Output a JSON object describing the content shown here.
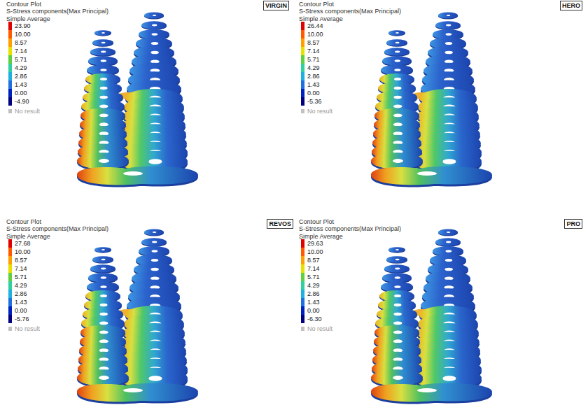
{
  "diagram": {
    "nodes": [
      {
        "text": [
          "VIRGIN"
        ]
      },
      {
        "text": [
          "HERO"
        ]
      },
      {
        "text": [
          "REVOS"
        ]
      },
      {
        "text": [
          "PRO"
        ]
      }
    ],
    "labels": [
      "Contour Plot",
      "S-Stress components(Max Principal)",
      "Simple Average",
      "Contour Plot",
      "S-Stress components(Max Principal)",
      "Simple Average",
      "Contour Plot",
      "S-Stress components(Max Principal)",
      "Simple Average",
      "Contour Plot",
      "S-Stress components(Max Principal)",
      "Simple Average"
    ],
    "legend": [
      {
        "text": "23.90",
        "color": "#e00000"
      },
      {
        "text": "10.00",
        "color": "#ff5a00"
      },
      {
        "text": "8.57",
        "color": "#ffa000"
      },
      {
        "text": "7.14",
        "color": "#e8e000"
      },
      {
        "text": "5.71",
        "color": "#60d040"
      },
      {
        "text": "4.29",
        "color": "#30d0a0"
      },
      {
        "text": "2.86",
        "color": "#20b0e0"
      },
      {
        "text": "1.43",
        "color": "#2070e0"
      },
      {
        "text": "0.00",
        "color": "#0020c0"
      },
      {
        "text": "-4.90",
        "color": "#000080"
      },
      {
        "text": "No result",
        "color": "#c0c0c0"
      },
      {
        "text": "26.44",
        "color": "#e00000"
      },
      {
        "text": "10.00",
        "color": "#ff5a00"
      },
      {
        "text": "8.57",
        "color": "#ffa000"
      },
      {
        "text": "7.14",
        "color": "#e8e000"
      },
      {
        "text": "5.71",
        "color": "#60d040"
      },
      {
        "text": "4.29",
        "color": "#30d0a0"
      },
      {
        "text": "2.86",
        "color": "#20b0e0"
      },
      {
        "text": "1.43",
        "color": "#2070e0"
      },
      {
        "text": "0.00",
        "color": "#0020c0"
      },
      {
        "text": "-5.36",
        "color": "#000080"
      },
      {
        "text": "No result",
        "color": "#c0c0c0"
      },
      {
        "text": "27.68",
        "color": "#e00000"
      },
      {
        "text": "10.00",
        "color": "#ff5a00"
      },
      {
        "text": "8.57",
        "color": "#ffa000"
      },
      {
        "text": "7.14",
        "color": "#e8e000"
      },
      {
        "text": "5.71",
        "color": "#60d040"
      },
      {
        "text": "4.29",
        "color": "#30d0a0"
      },
      {
        "text": "2.86",
        "color": "#20b0e0"
      },
      {
        "text": "1.43",
        "color": "#2070e0"
      },
      {
        "text": "0.00",
        "color": "#0020c0"
      },
      {
        "text": "-5.76",
        "color": "#000080"
      },
      {
        "text": "No result",
        "color": "#c0c0c0"
      },
      {
        "text": "29.63",
        "color": "#e00000"
      },
      {
        "text": "10.00",
        "color": "#ff5a00"
      },
      {
        "text": "8.57",
        "color": "#ffa000"
      },
      {
        "text": "7.14",
        "color": "#e8e000"
      },
      {
        "text": "5.71",
        "color": "#60d040"
      },
      {
        "text": "4.29",
        "color": "#30d0a0"
      },
      {
        "text": "2.86",
        "color": "#20b0e0"
      },
      {
        "text": "1.43",
        "color": "#2070e0"
      },
      {
        "text": "0.00",
        "color": "#0020c0"
      },
      {
        "text": "-6.30",
        "color": "#000080"
      },
      {
        "text": "No result",
        "color": "#c0c0c0"
      }
    ]
  }
}
